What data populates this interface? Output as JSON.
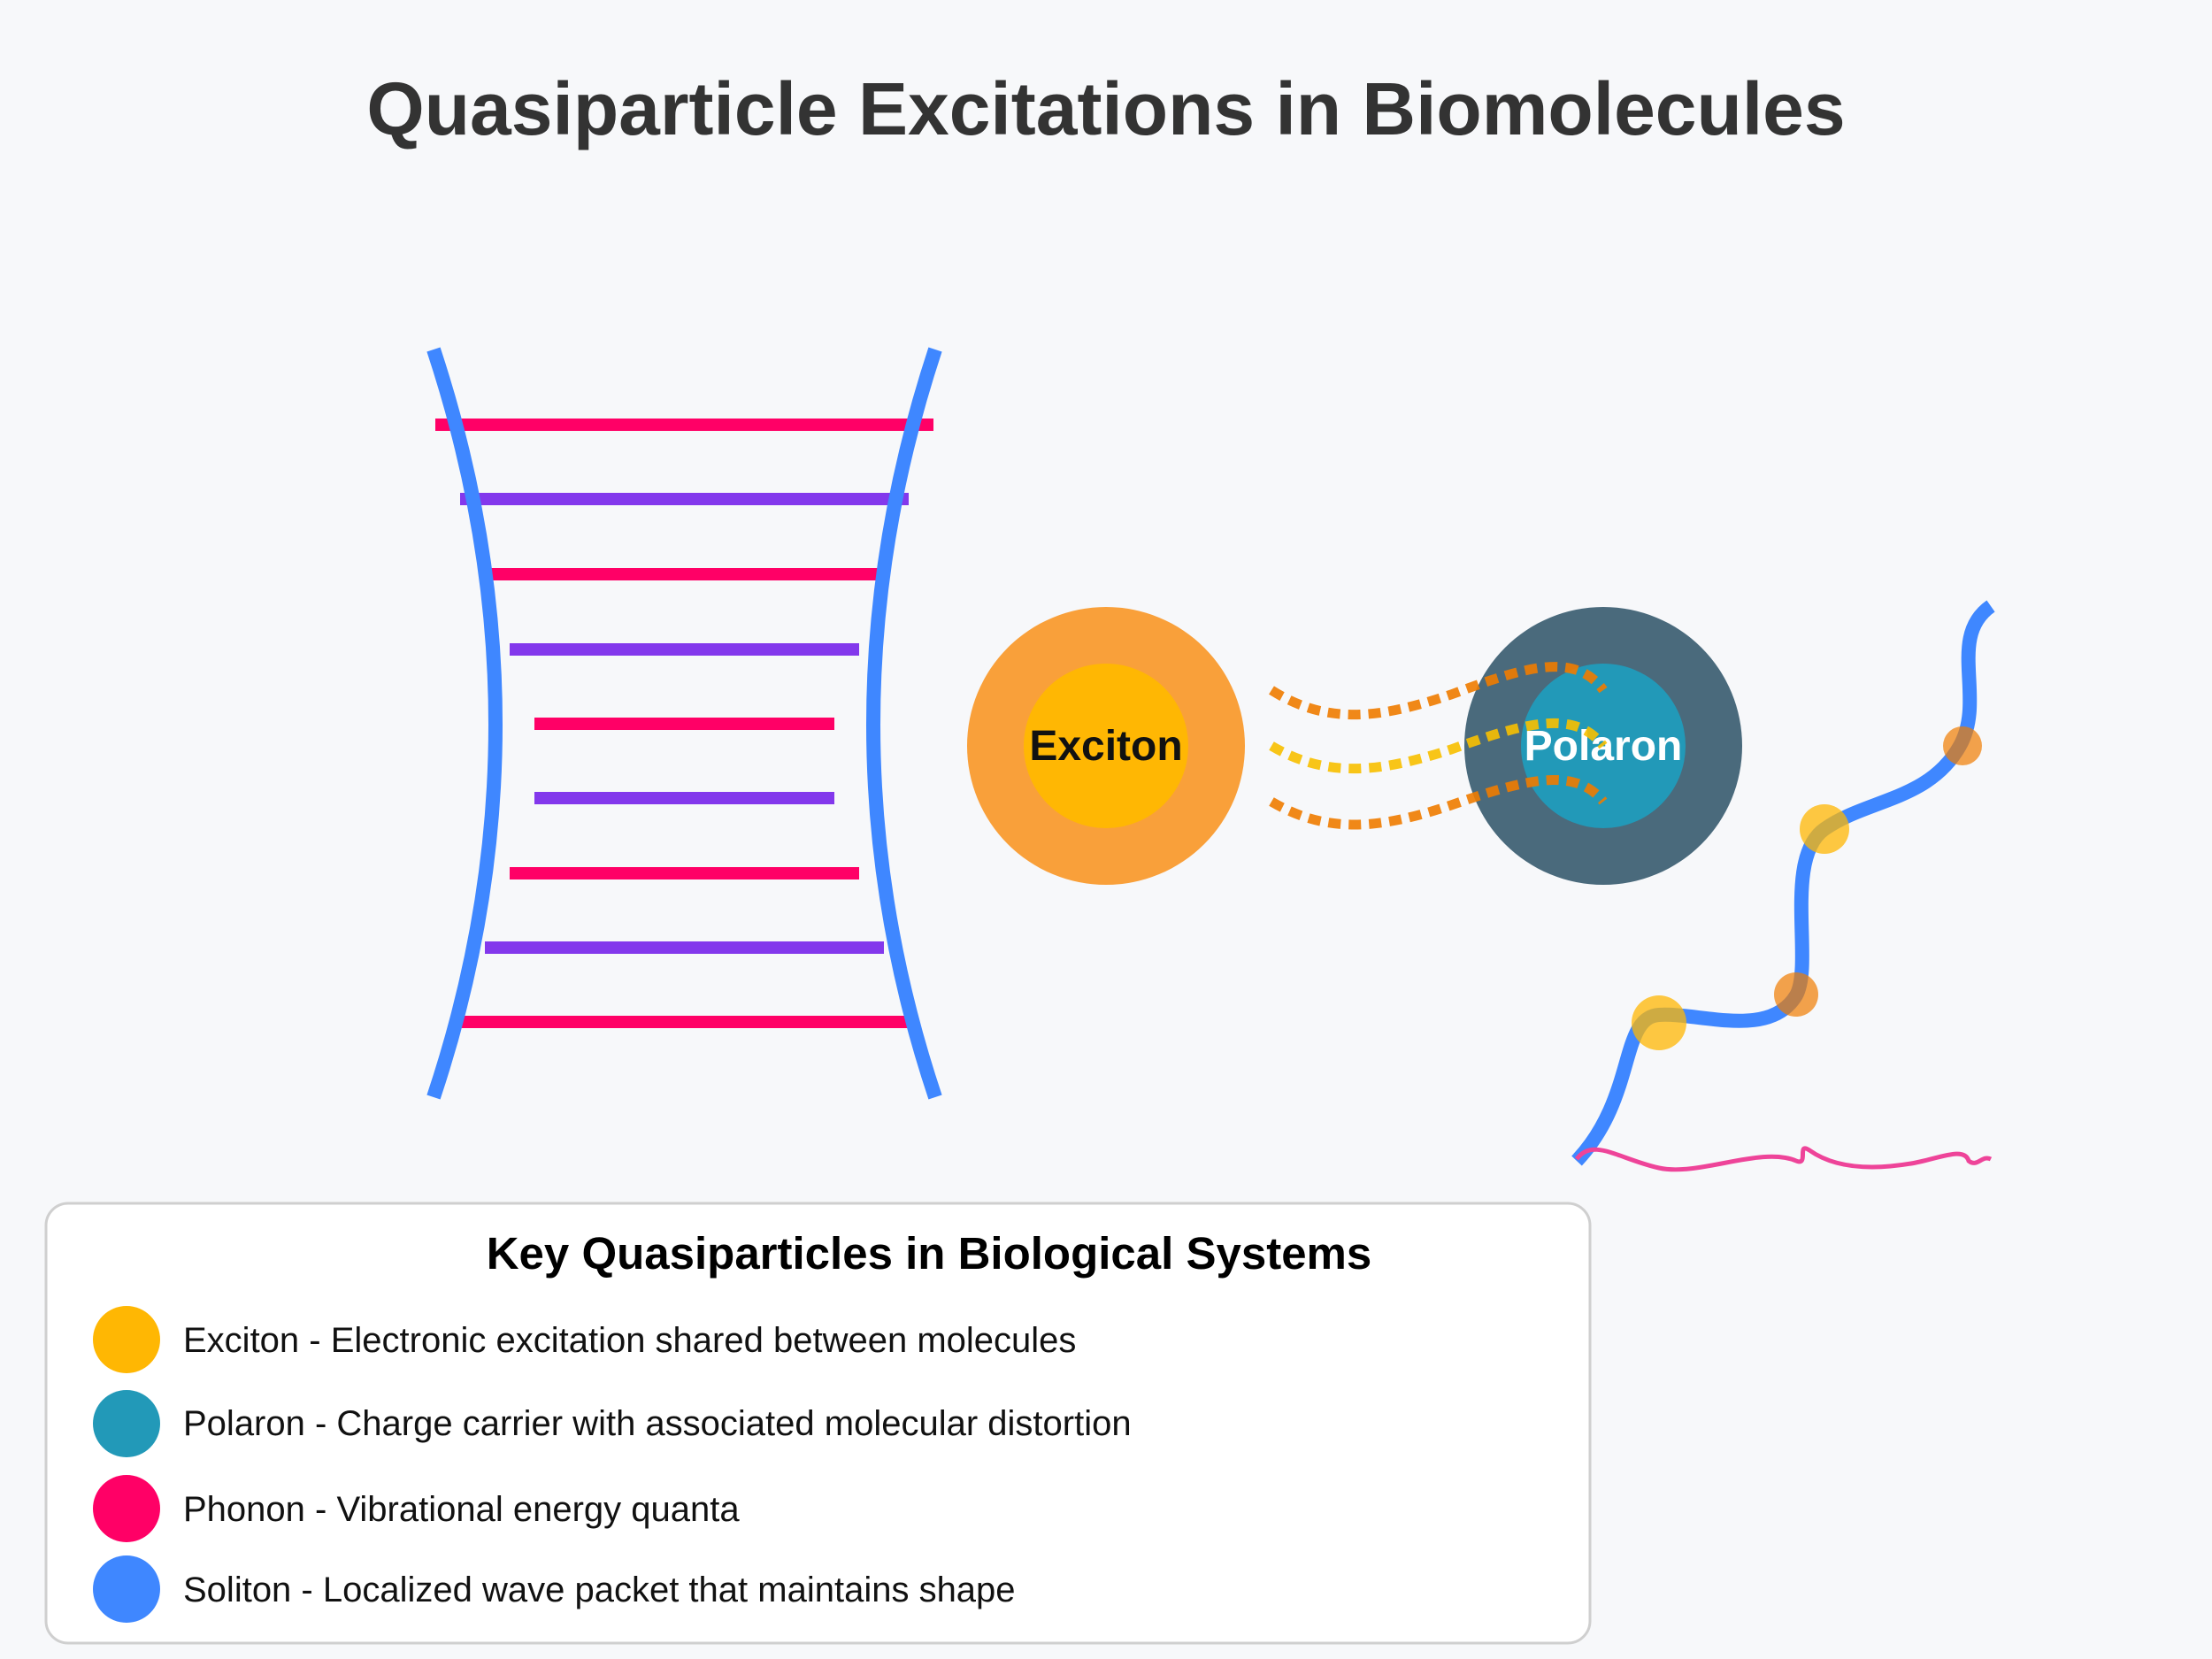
{
  "title": "Quasiparticle Excitations in Biomolecules",
  "colors": {
    "background": "#f7f8fa",
    "title": "#333333",
    "exciton_outer": "#f9a03a",
    "exciton_inner": "#ffb703",
    "polaron_outer": "#4a6a7c",
    "polaron_inner": "#2299b8",
    "phonon": "#ff0066",
    "soliton": "#3f87ff",
    "rung_alt": "#8338ec",
    "wave_orange": "#f07c00",
    "wave_yellow": "#f9c000",
    "vibration": "#ee4499"
  },
  "nodes": {
    "exciton": {
      "label": "Exciton"
    },
    "polaron": {
      "label": "Polaron"
    }
  },
  "legend": {
    "title": "Key Quasiparticles in Biological Systems",
    "items": [
      {
        "color": "#ffb703",
        "text": "Exciton - Electronic excitation shared between molecules"
      },
      {
        "color": "#2299b8",
        "text": "Polaron - Charge carrier with associated molecular distortion"
      },
      {
        "color": "#ff0066",
        "text": "Phonon - Vibrational energy quanta"
      },
      {
        "color": "#3f87ff",
        "text": "Soliton - Localized wave packet that maintains shape"
      }
    ]
  }
}
